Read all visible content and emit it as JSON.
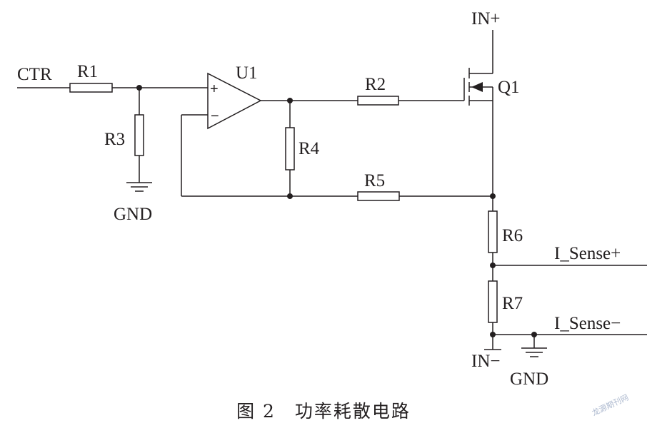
{
  "labels": {
    "ctr": "CTR",
    "r1": "R1",
    "r2": "R2",
    "r3": "R3",
    "r4": "R4",
    "r5": "R5",
    "r6": "R6",
    "r7": "R7",
    "u1": "U1",
    "q1": "Q1",
    "in_plus": "IN+",
    "in_minus": "IN−",
    "gnd_left": "GND",
    "gnd_right": "GND",
    "i_sense_plus": "I_Sense+",
    "i_sense_minus": "I_Sense−",
    "op_plus": "+",
    "op_minus": "−"
  },
  "caption": "图 2　功率耗散电路",
  "watermark": "龙源期刊网",
  "colors": {
    "ink": "#231f20",
    "watermark": "#9aa9c4"
  }
}
